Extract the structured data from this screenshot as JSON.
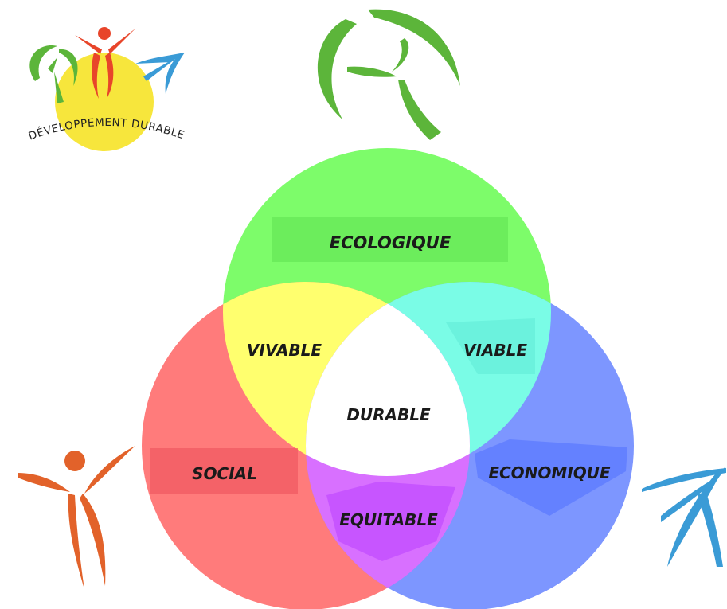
{
  "logo": {
    "text": "DÉVELOPPEMENT DURABLE",
    "icon": "developpement-durable-logo"
  },
  "venn": {
    "circles": {
      "ecologique": {
        "label": "ECOLOGIQUE",
        "color": "#7dfc6a"
      },
      "social": {
        "label": "SOCIAL",
        "color": "#ff7b7b"
      },
      "economique": {
        "label": "ECONOMIQUE",
        "color": "#7d96ff"
      }
    },
    "overlaps": {
      "vivable": {
        "label": "VIVABLE",
        "color": "#ffff6e"
      },
      "viable": {
        "label": "VIABLE",
        "color": "#7afce6"
      },
      "equitable": {
        "label": "EQUITABLE",
        "color": "#d870ff"
      },
      "durable": {
        "label": "DURABLE",
        "color": "#ffffff"
      }
    }
  },
  "decorations": {
    "top": "wind-turbine-icon",
    "left": "person-icon",
    "right": "arrow-icon"
  },
  "colors": {
    "orange": "#e2622a",
    "red": "#e8452a",
    "green": "#5cb53a",
    "blue": "#3a9bd6",
    "yellow": "#f7e63c"
  }
}
